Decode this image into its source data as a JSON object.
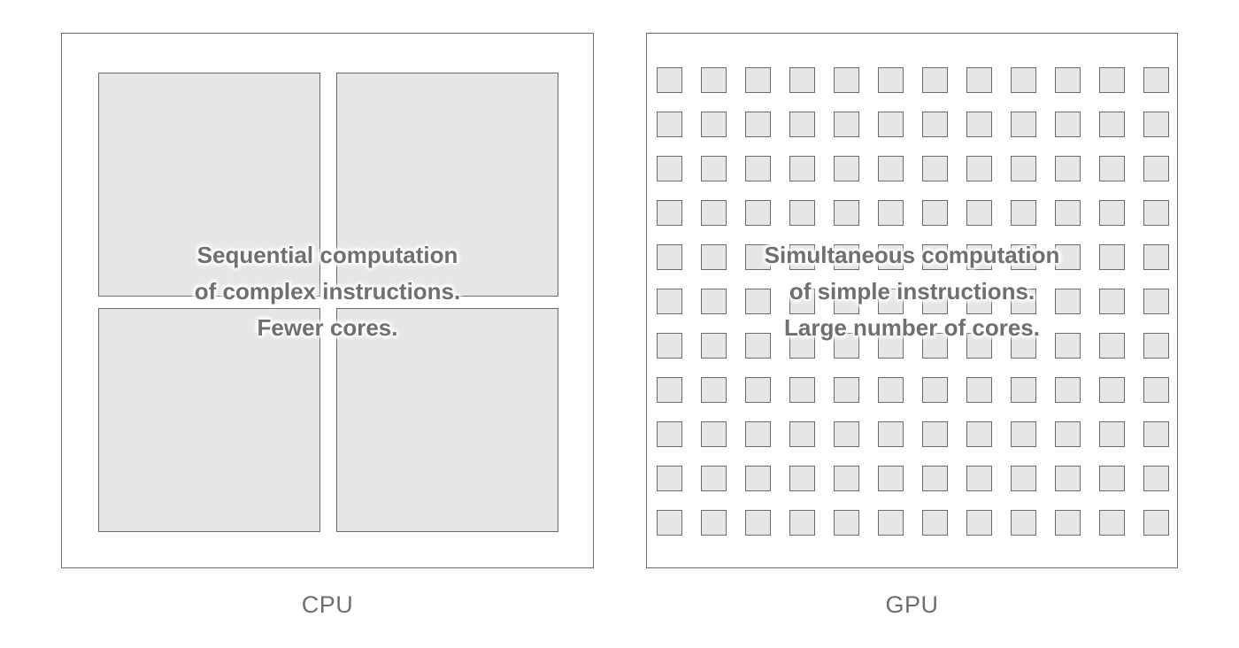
{
  "diagram": {
    "title": "CPU vs GPU architecture comparison",
    "background_color": "#ffffff",
    "core_fill_color": "#e6e6e6",
    "border_color": "#6b6b6b",
    "text_color": "#6f6f6f",
    "label_color": "#6e6e6e"
  },
  "cpu": {
    "label": "CPU",
    "caption": "Sequential computation\nof complex instructions.\nFewer cores.",
    "caption_lines": [
      "Sequential computation",
      "of complex instructions.",
      "Fewer cores."
    ],
    "core_count": 4,
    "layout": {
      "columns": 2,
      "rows": 2
    }
  },
  "gpu": {
    "label": "GPU",
    "caption": "Simultaneous computation\nof simple instructions.\nLarge number of cores.",
    "caption_lines": [
      "Simultaneous computation",
      "of simple instructions.",
      "Large number of cores."
    ],
    "core_count": 132,
    "layout": {
      "columns": 12,
      "rows": 11
    }
  }
}
